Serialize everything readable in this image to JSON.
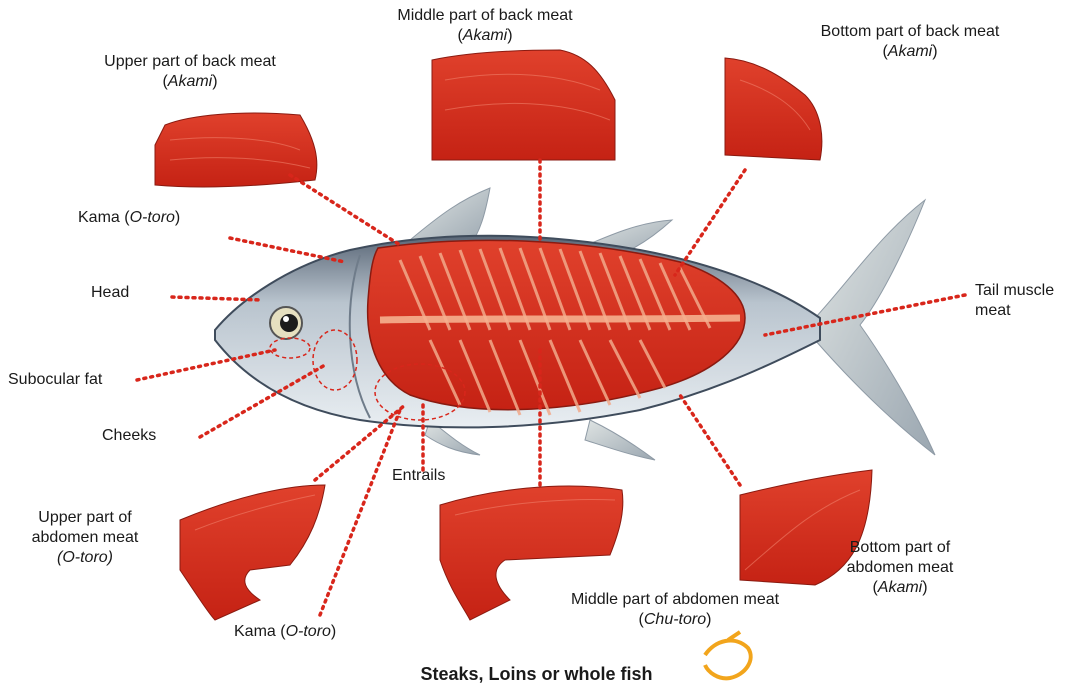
{
  "labels": {
    "upper_back": {
      "name": "Upper part of back meat",
      "paren_open": "(",
      "jp": "Akami",
      "paren_close": ")"
    },
    "middle_back": {
      "name": "Middle part of back meat",
      "paren_open": "(",
      "jp": "Akami",
      "paren_close": ")"
    },
    "bottom_back": {
      "name": "Bottom part of back meat",
      "paren_open": "(",
      "jp": "Akami",
      "paren_close": ")"
    },
    "kama_top": {
      "name": "Kama (",
      "jp": "O-toro",
      "paren_close": ")"
    },
    "head": "Head",
    "subocular": "Subocular fat",
    "cheeks": "Cheeks",
    "tail": {
      "line1": "Tail muscle",
      "line2": "meat"
    },
    "entrails": "Entrails",
    "upper_abdomen": {
      "line1": "Upper part of",
      "line2": "abdomen meat",
      "jp": "(O-toro)"
    },
    "kama_bottom": {
      "name": "Kama (",
      "jp": "O-toro",
      "paren_close": ")"
    },
    "middle_abdomen": {
      "name": "Middle part of abdomen meat",
      "paren_open": "(",
      "jp": "Chu-toro",
      "paren_close": ")"
    },
    "bottom_abdomen": {
      "line1": "Bottom part of",
      "line2": "abdomen meat",
      "paren_open": "(",
      "jp": "Akami",
      "paren_close": ")"
    }
  },
  "caption": "Steaks, Loins or whole fish",
  "colors": {
    "meat": "#d42a1c",
    "meat_light": "#e8553b",
    "leader": "#d8261b",
    "fish_silver": "#c9d3dc",
    "fish_dark": "#3f4c5c",
    "bone": "#f0a07a"
  }
}
